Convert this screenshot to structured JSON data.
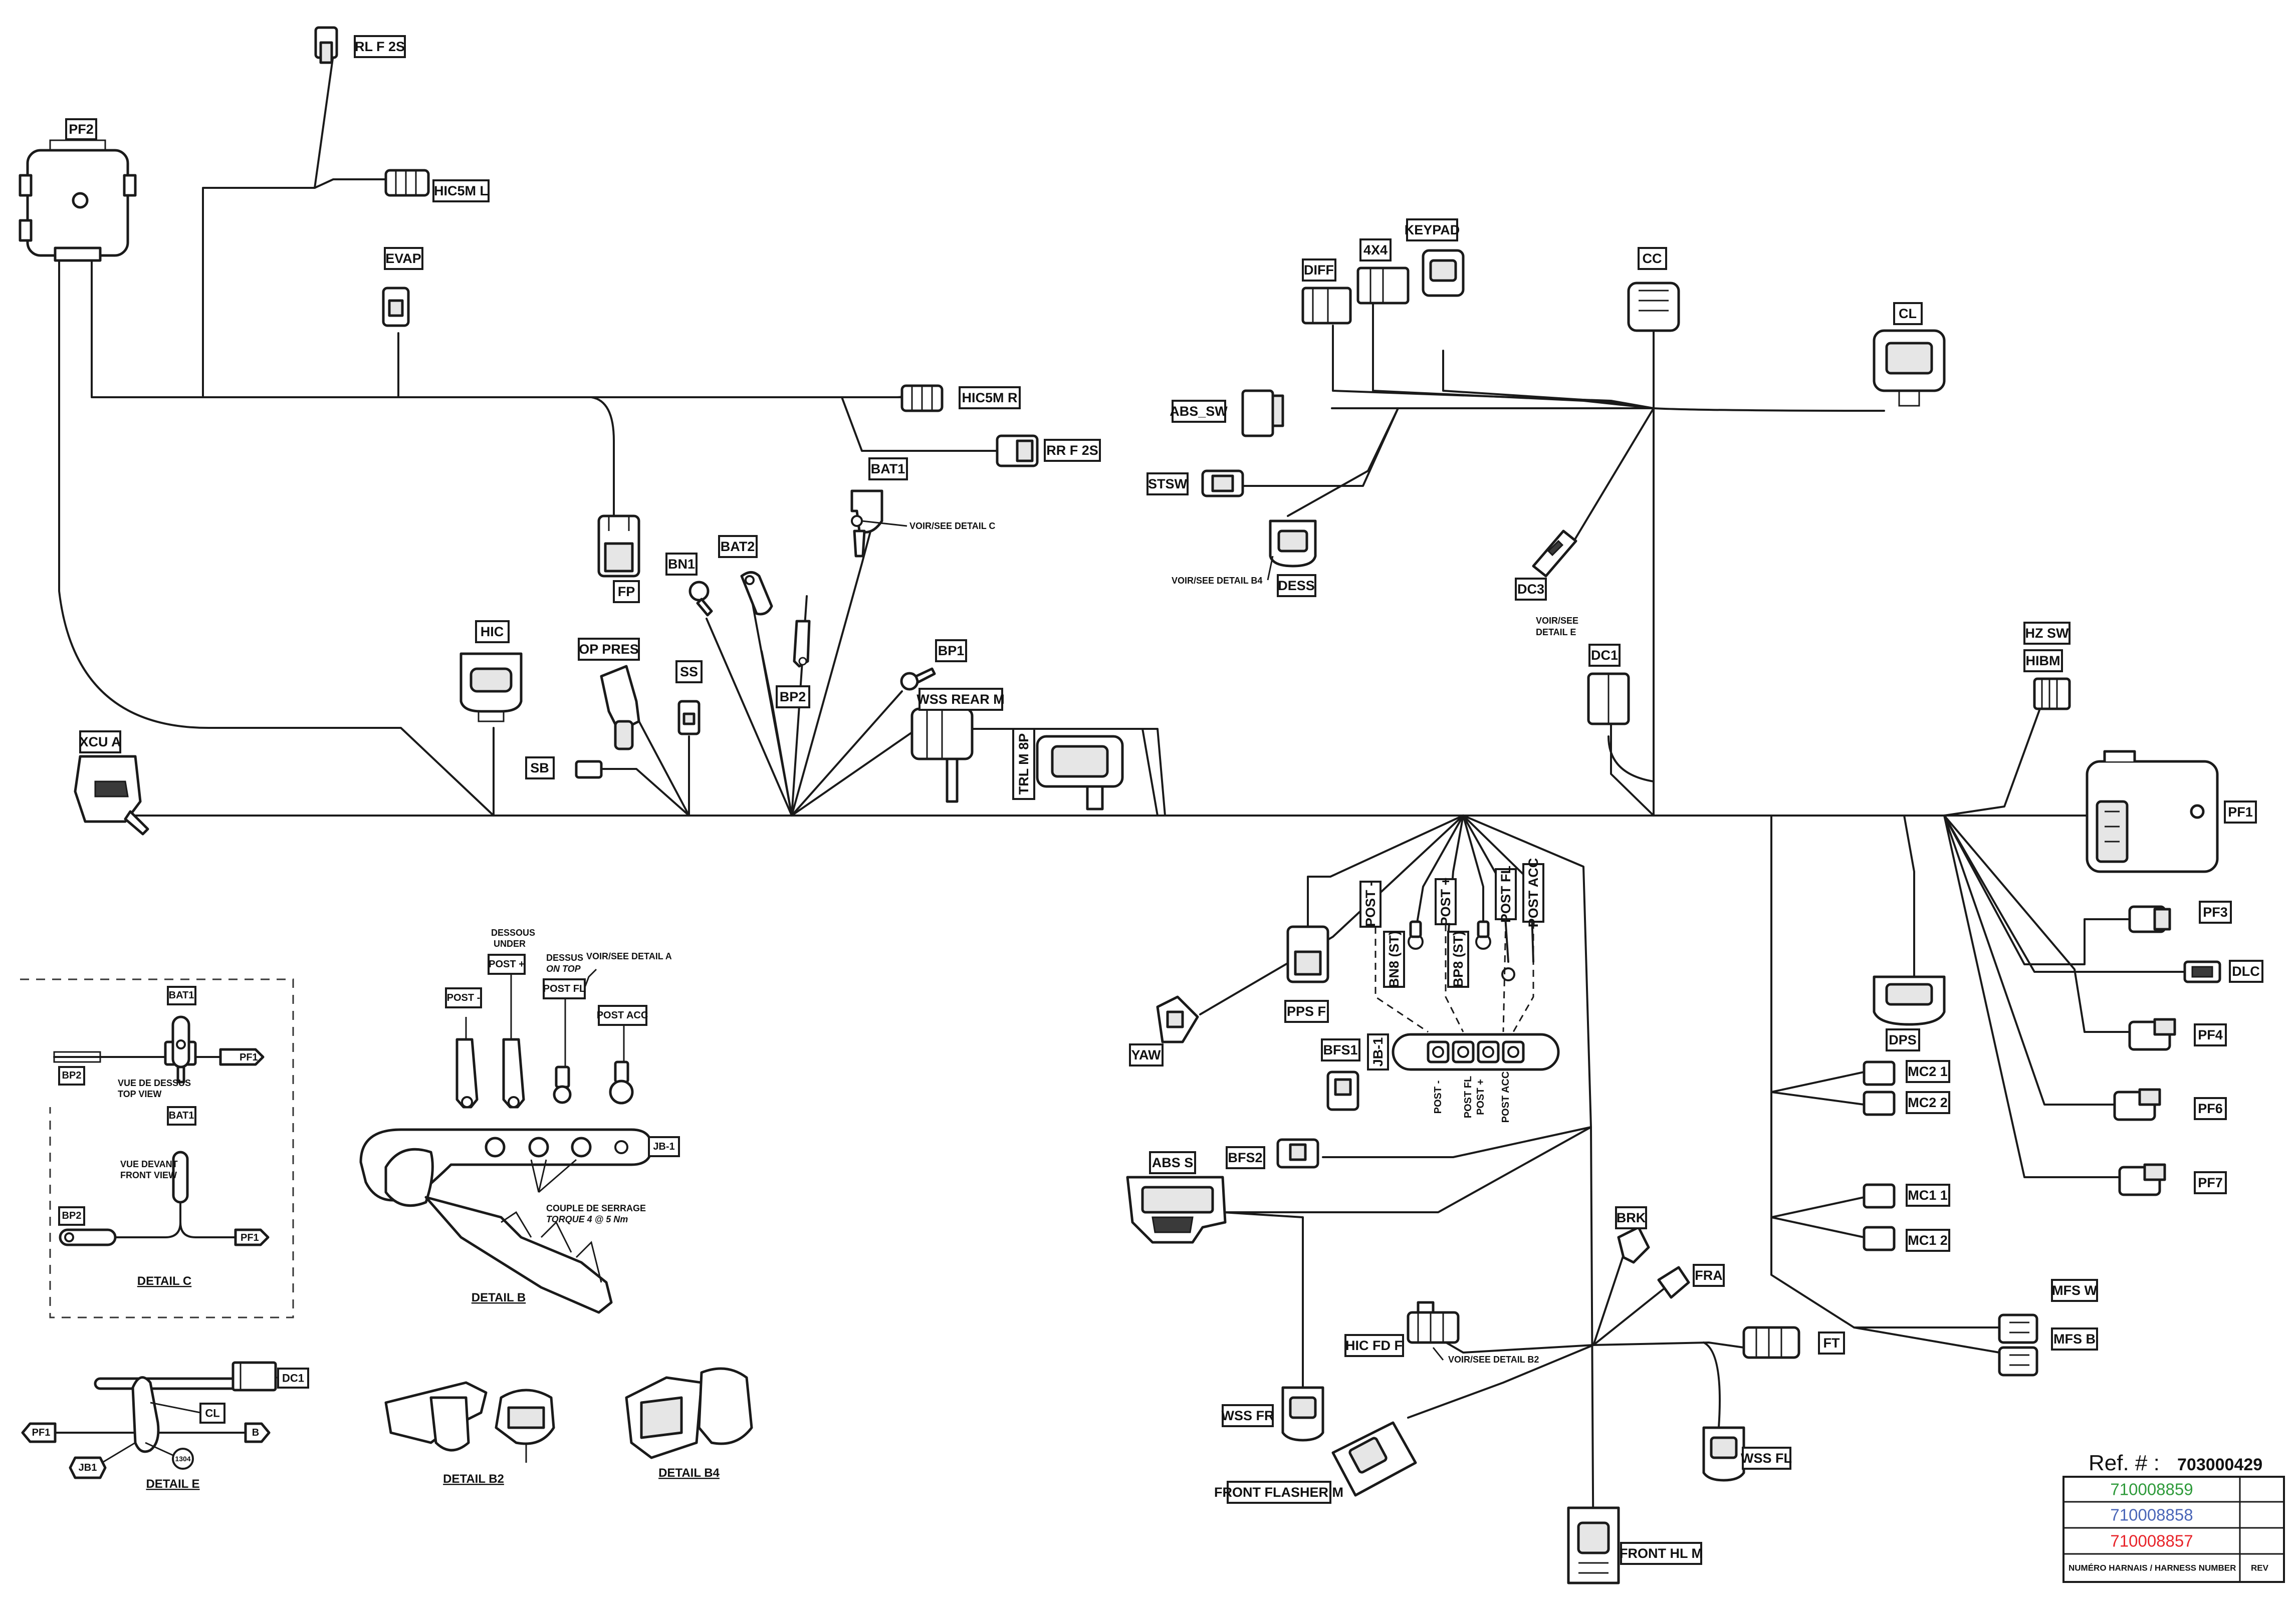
{
  "connectors": {
    "rl_f_2s": "RL F 2S",
    "pf2": "PF2",
    "hic5m_l": "HIC5M L",
    "evap": "EVAP",
    "hic5m_r": "HIC5M R",
    "rr_f_2s": "RR F 2S",
    "bat1": "BAT1",
    "fp": "FP",
    "bn1": "BN1",
    "bat2": "BAT2",
    "bp2": "BP2",
    "bp1": "BP1",
    "hic": "HIC",
    "op_pres": "OP PRES",
    "ss": "SS",
    "sb": "SB",
    "wss_rear_m": "WSS REAR M",
    "trl_m_8p": "TRL M 8P",
    "xcu_a": "XCU A",
    "diff": "DIFF",
    "x4x4": "4X4",
    "keypad": "KEYPAD",
    "cc": "CC",
    "cl": "CL",
    "abs_sw": "ABS_SW",
    "stsw": "STSW",
    "dess": "DESS",
    "dc3": "DC3",
    "dc1": "DC1",
    "hz_sw": "HZ SW",
    "hibm": "HIBM",
    "pf1": "PF1",
    "pf3": "PF3",
    "dlc": "DLC",
    "pf4": "PF4",
    "pf6": "PF6",
    "pf7": "PF7",
    "yaw": "YAW",
    "pps_f": "PPS F",
    "post_minus": "POST -",
    "post_plus": "POST +",
    "post_fl": "POST FL",
    "post_acc": "POST ACC",
    "bn8_st": "BN8 (ST)",
    "bp8_st": "BP8 (ST)",
    "jb1_v": "JB-1",
    "bfs1": "BFS1",
    "bfs2": "BFS2",
    "abs_s": "ABS S",
    "dps": "DPS",
    "mc2_1": "MC2 1",
    "mc2_2": "MC2 2",
    "mc1_1": "MC1 1",
    "mc1_2": "MC1 2",
    "mfs_w": "MFS W",
    "mfs_b": "MFS B",
    "brk": "BRK",
    "fra": "FRA",
    "hic_fd_f": "HIC FD F",
    "ft": "FT",
    "wss_fr": "WSS FR",
    "wss_fl": "WSS FL",
    "front_flasher_m": "FRONT FLASHER M",
    "front_hl_m": "FRONT HL M"
  },
  "notes": {
    "voir_detail_c": "VOIR/SEE DETAIL C",
    "voir_detail_b4": "VOIR/SEE DETAIL B4",
    "voir_detail_e_1": "VOIR/SEE",
    "voir_detail_e_2": "DETAIL E",
    "voir_detail_b2": "VOIR/SEE DETAIL B2",
    "voir_detail_a": "VOIR/SEE DETAIL A",
    "post_minus_j": "POST -",
    "post_fl_j": "POST FL",
    "post_plus_j": "POST +",
    "post_acc_j": "POST ACC"
  },
  "detail_b": {
    "caption": "DETAIL B",
    "dessous_1": "DESSOUS",
    "dessous_2": "UNDER",
    "dessus_1": "DESSUS",
    "dessus_2": "ON TOP",
    "post_minus": "POST -",
    "post_plus": "POST +",
    "post_fl": "POST FL",
    "post_acc": "POST ACC",
    "jb1": "JB-1",
    "couple_1": "COUPLE DE SERRAGE",
    "couple_2": "TORQUE 4 @ 5 Nm"
  },
  "detail_c": {
    "caption": "DETAIL C",
    "bat1_top": "BAT1",
    "pf1_top": "PF1",
    "bp2_top": "BP2",
    "vue_dessus_1": "VUE DE DESSUS",
    "vue_dessus_2": "TOP VIEW",
    "bat1_front": "BAT1",
    "bp2_front": "BP2",
    "pf1_front": "PF1",
    "vue_devant_1": "VUE DEVANT",
    "vue_devant_2": "FRONT VIEW"
  },
  "detail_e": {
    "caption": "DETAIL E",
    "dc1": "DC1",
    "cl": "CL",
    "pf1": "PF1",
    "b": "B",
    "jb1": "JB1",
    "clip": "1304"
  },
  "detail_b2": {
    "caption": "DETAIL B2"
  },
  "detail_b4": {
    "caption": "DETAIL B4"
  },
  "reference": {
    "label": "Ref. # :",
    "number": "703000429",
    "harness_numbers": [
      {
        "value": "710008859",
        "color": "#2e9a3a"
      },
      {
        "value": "710008858",
        "color": "#4a66b8"
      },
      {
        "value": "710008857",
        "color": "#e8242a"
      }
    ],
    "footer_harness": "NUMÉRO HARNAIS / HARNESS NUMBER",
    "footer_rev": "REV"
  }
}
